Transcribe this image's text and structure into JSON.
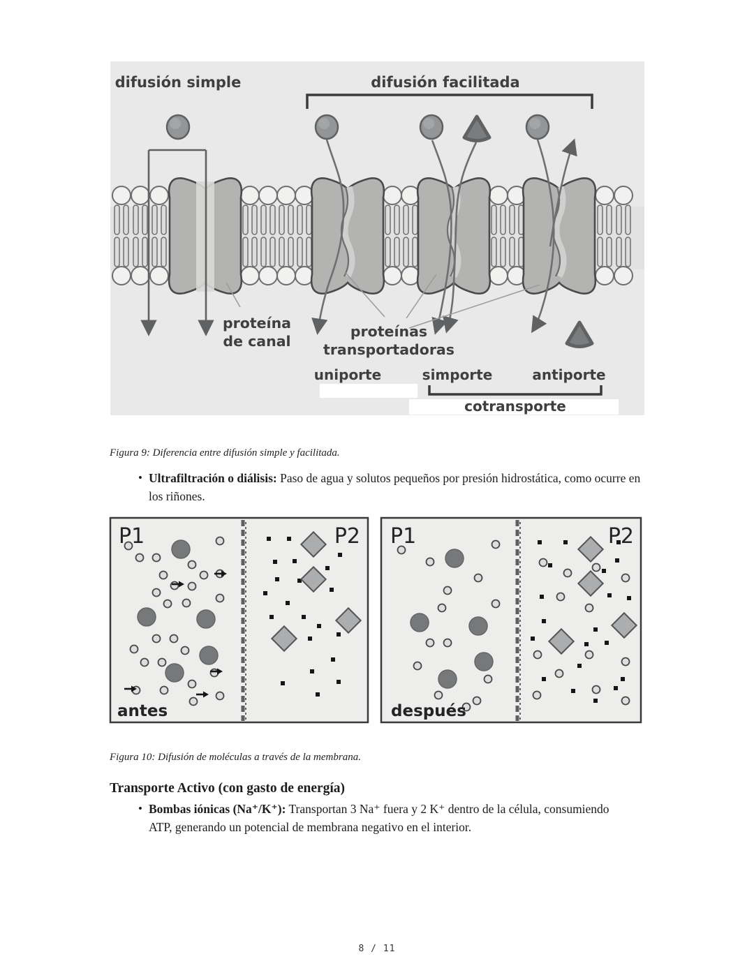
{
  "figure9": {
    "title_simple": "difusión simple",
    "title_facilitada": "difusión facilitada",
    "proteina_canal_line1": "proteína",
    "proteina_canal_line2": "de canal",
    "proteinas_line1": "proteínas",
    "proteinas_line2": "transportadoras",
    "uniporte": "uniporte",
    "simporte": "simporte",
    "antiporte": "antiporte",
    "cotransporte": "cotransporte",
    "caption": "Figura 9: Diferencia entre difusión simple y facilitada."
  },
  "bullet_ultrafiltracion": {
    "lead": "Ultrafiltración o diálisis:",
    "rest": " Paso de agua y solutos pequeños por presión hidrostática, como ocurre en los riñones."
  },
  "figure10": {
    "panel_antes": {
      "left_label": "P1",
      "right_label": "P2",
      "state_label": "antes"
    },
    "panel_despues": {
      "left_label": "P1",
      "right_label": "P2",
      "state_label": "después"
    },
    "caption": "Figura 10: Difusión de moléculas a través de la membrana."
  },
  "section_transporte_activo": {
    "heading": "Transporte Activo (con gasto de energía)",
    "bullet_bombas": {
      "lead": "Bombas iónicas (Na⁺/K⁺):",
      "rest": " Transportan 3 Na⁺ fuera y 2 K⁺ dentro de la célula, consumiendo ATP, generando un potencial de membrana negativo en el interior."
    }
  },
  "footer": {
    "page_indicator": "8 / 11"
  },
  "colors": {
    "figure_background": "#e9e9e9",
    "panel_background": "#ededeb",
    "body_ink": "#1d1d1d",
    "figure_ink": "#3f3f41"
  }
}
